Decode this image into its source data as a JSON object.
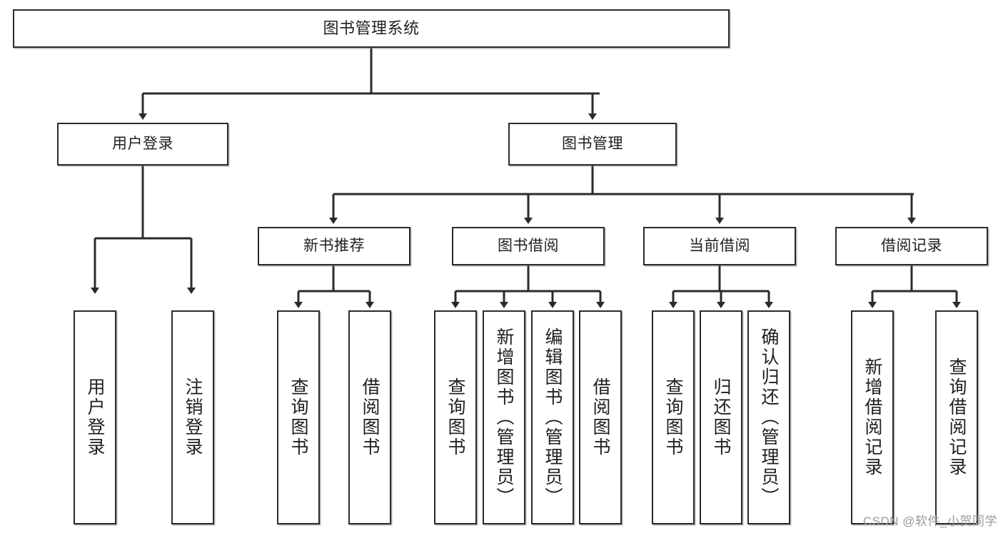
{
  "diagram": {
    "title": "图书管理系统",
    "type": "hierarchy-tree",
    "watermark": "CSDN @软件_小贺同学",
    "colors": {
      "background": "#ffffff",
      "border": "#2b2b2b",
      "text": "#1f1f1f",
      "connector": "#2b2b2b",
      "watermark": "#9a9a9a"
    },
    "nodes": {
      "root": {
        "label": "图书管理系统"
      },
      "level2": [
        {
          "id": "user-login",
          "label": "用户登录"
        },
        {
          "id": "book-management",
          "label": "图书管理"
        }
      ],
      "level3": [
        {
          "id": "new-book-recommend",
          "label": "新书推荐"
        },
        {
          "id": "book-borrow",
          "label": "图书借阅"
        },
        {
          "id": "current-borrow",
          "label": "当前借阅"
        },
        {
          "id": "borrow-record",
          "label": "借阅记录"
        }
      ],
      "leaves": {
        "user-login": [
          {
            "id": "leaf-user-login",
            "label": "用户登录"
          },
          {
            "id": "leaf-logout-login",
            "label": "注销登录"
          }
        ],
        "new-book-recommend": [
          {
            "id": "leaf-query-book-1",
            "label": "查询图书"
          },
          {
            "id": "leaf-borrow-book-1",
            "label": "借阅图书"
          }
        ],
        "book-borrow": [
          {
            "id": "leaf-query-book-2",
            "label": "查询图书"
          },
          {
            "id": "leaf-add-book",
            "label": "新增图书（管理员）"
          },
          {
            "id": "leaf-edit-book",
            "label": "编辑图书（管理员）"
          },
          {
            "id": "leaf-borrow-book-2",
            "label": "借阅图书"
          }
        ],
        "current-borrow": [
          {
            "id": "leaf-query-book-3",
            "label": "查询图书"
          },
          {
            "id": "leaf-return-book",
            "label": "归还图书"
          },
          {
            "id": "leaf-confirm-return",
            "label": "确认归还（管理员）"
          }
        ],
        "borrow-record": [
          {
            "id": "leaf-add-record",
            "label": "新增借阅记录"
          },
          {
            "id": "leaf-query-record",
            "label": "查询借阅记录"
          }
        ]
      }
    }
  }
}
